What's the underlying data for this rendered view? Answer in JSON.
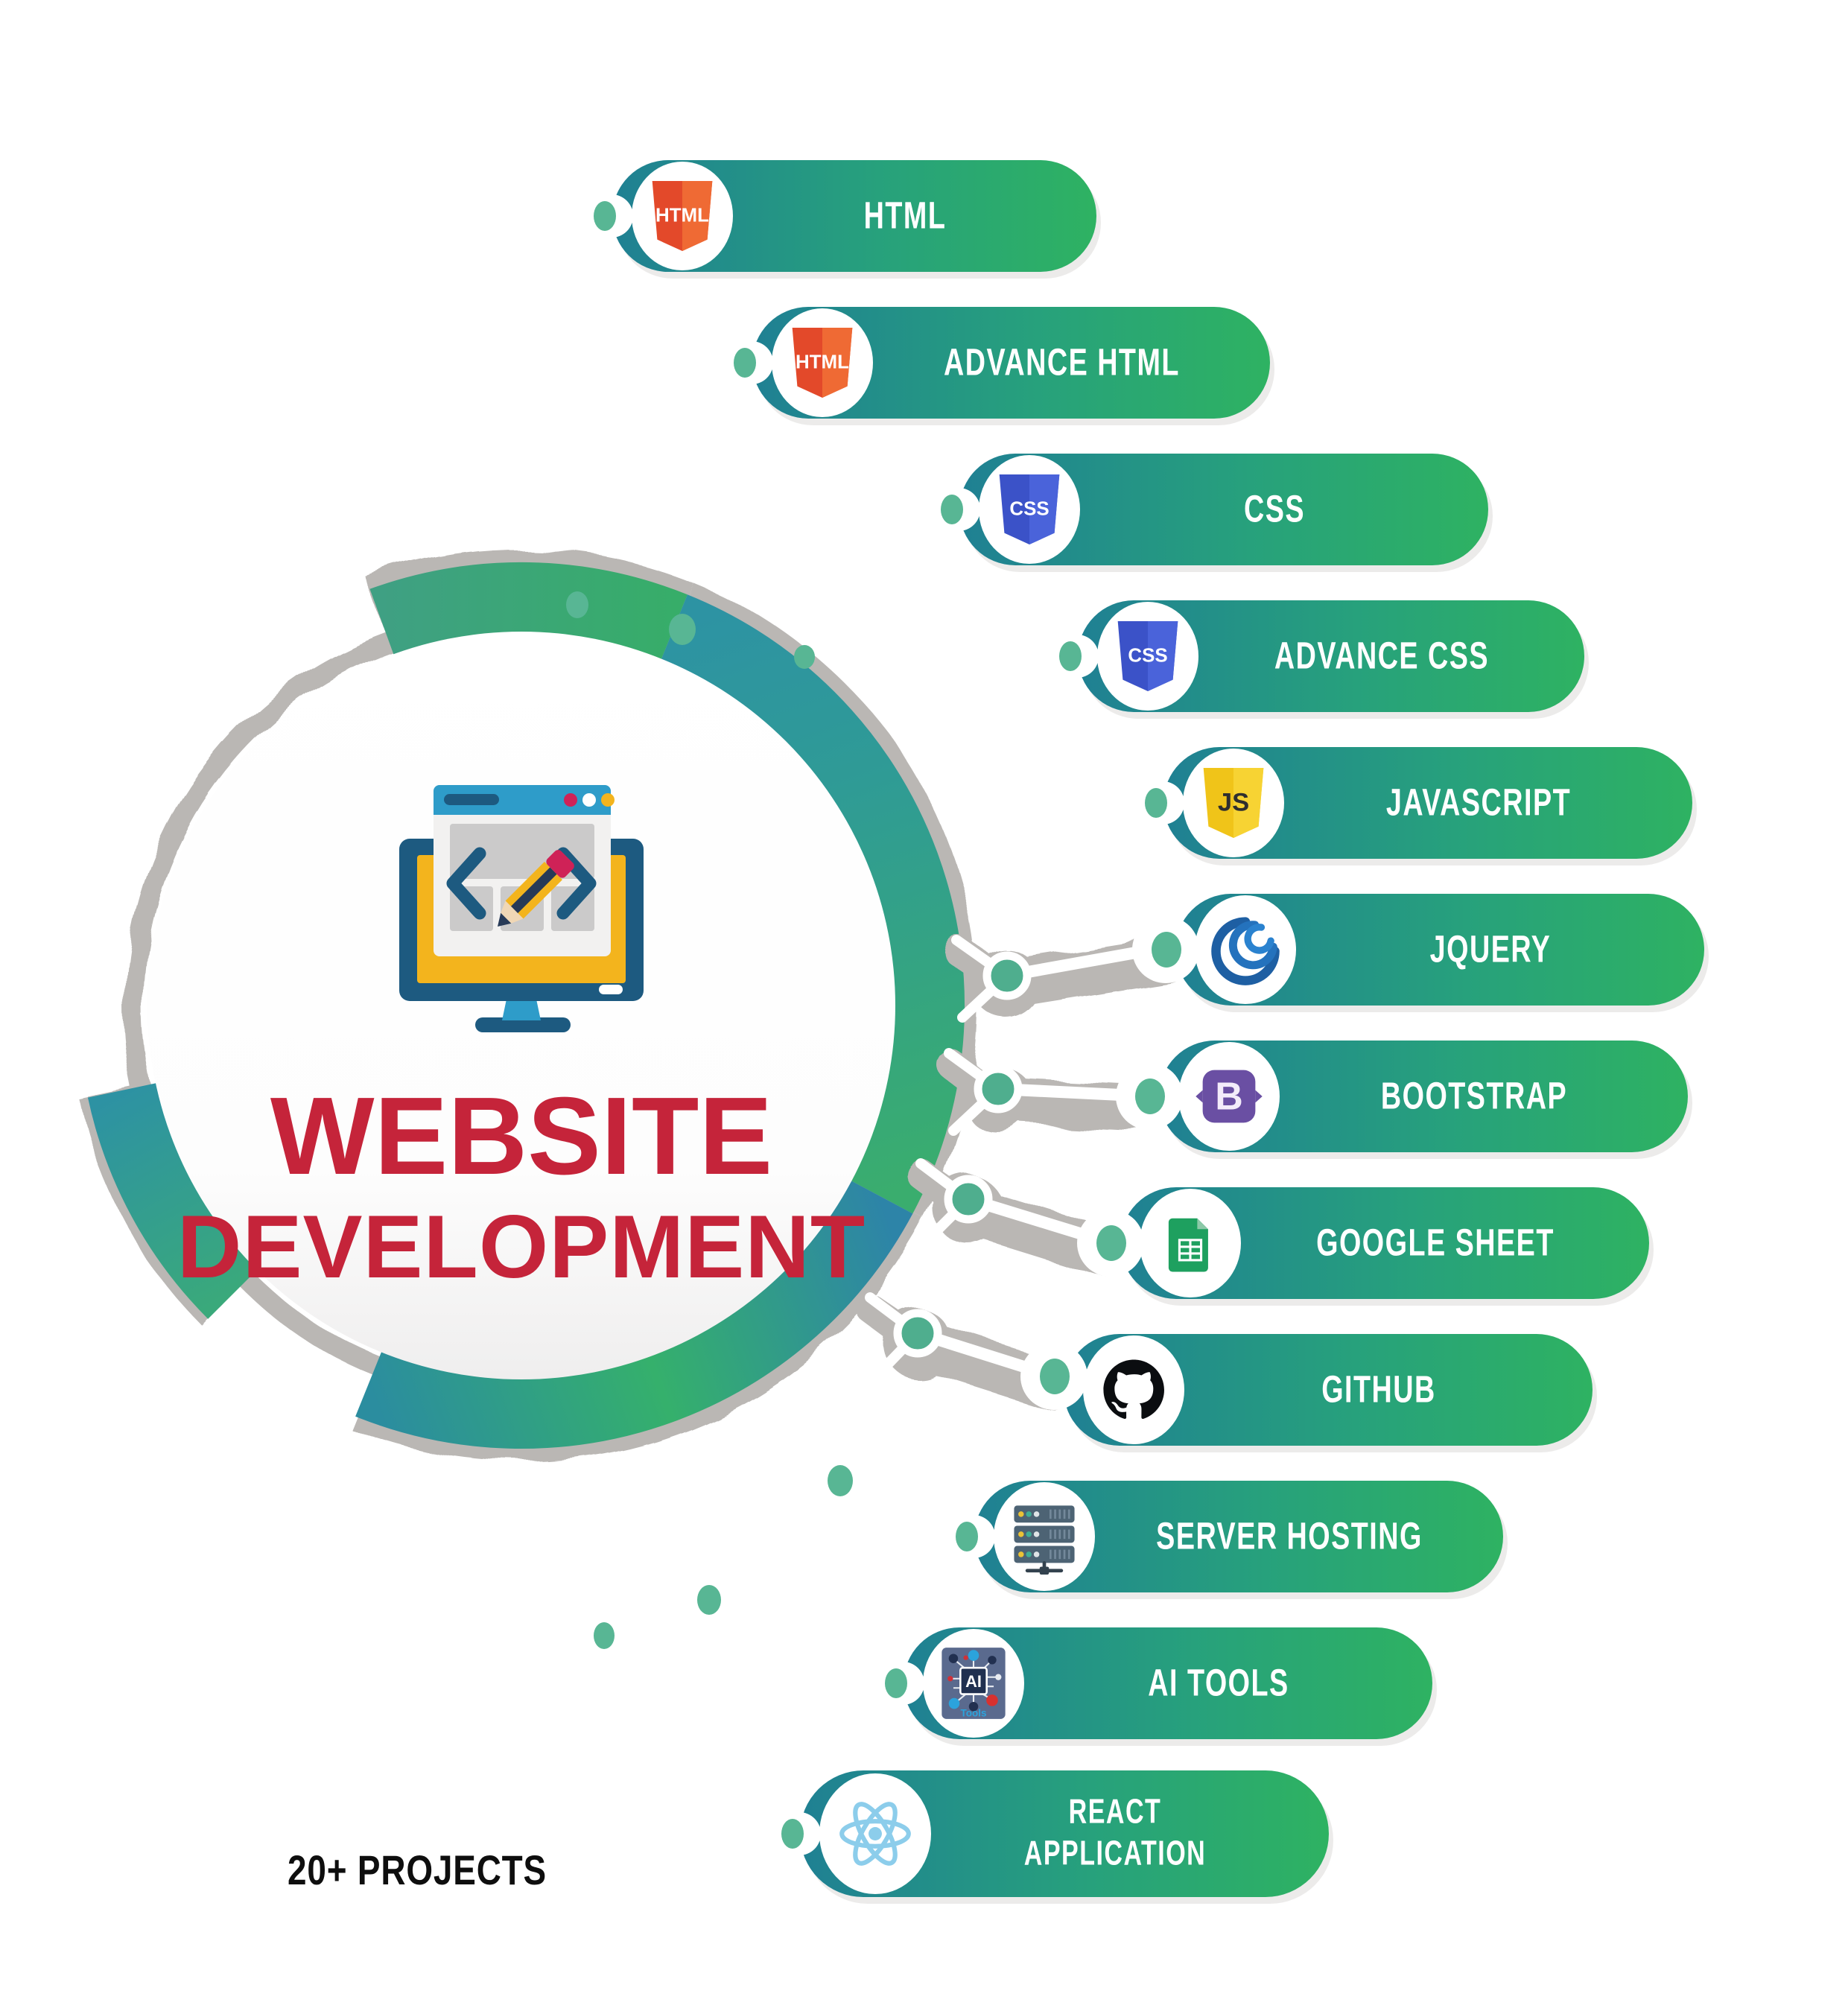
{
  "title": {
    "line1": "WEBSITE",
    "line2": "DEVELOPMENT",
    "color": "#c5243a"
  },
  "footer": {
    "projects": "20+ PROJECTS"
  },
  "hub": {
    "icon": "web-design-monitor-icon"
  },
  "colors": {
    "pill_gradient_start": "#1f8093",
    "pill_gradient_end": "#2eb262",
    "node_dot": "#58b694",
    "ring_teal": "#2d93a3",
    "ring_green": "#38ad68",
    "shadow_gray": "#bab7b4",
    "title_red": "#c5243a",
    "label_text": "#ffffff",
    "projects_text": "#0e0e0e"
  },
  "items": [
    {
      "label": "HTML",
      "icon": "html5-icon",
      "icon_text": "HTML"
    },
    {
      "label": "ADVANCE HTML",
      "icon": "html5-icon",
      "icon_text": "HTML"
    },
    {
      "label": "CSS",
      "icon": "css3-icon",
      "icon_text": "CSS"
    },
    {
      "label": "ADVANCE CSS",
      "icon": "css3-icon",
      "icon_text": "CSS"
    },
    {
      "label": "JAVASCRIPT",
      "icon": "javascript-icon",
      "icon_text": "JS"
    },
    {
      "label": "JQUERY",
      "icon": "jquery-icon"
    },
    {
      "label": "BOOTSTRAP",
      "icon": "bootstrap-icon",
      "icon_text": "B"
    },
    {
      "label": "GOOGLE SHEET",
      "icon": "google-sheets-icon"
    },
    {
      "label": "GITHUB",
      "icon": "github-icon"
    },
    {
      "label": "SERVER HOSTING",
      "icon": "server-hosting-icon"
    },
    {
      "label": "AI TOOLS",
      "icon": "ai-tools-icon",
      "icon_text": "AI",
      "icon_subtext": "Tools"
    },
    {
      "label": "REACT APPLICATION",
      "label_line1": "REACT",
      "label_line2": "APPLICATION",
      "icon": "react-icon"
    }
  ]
}
